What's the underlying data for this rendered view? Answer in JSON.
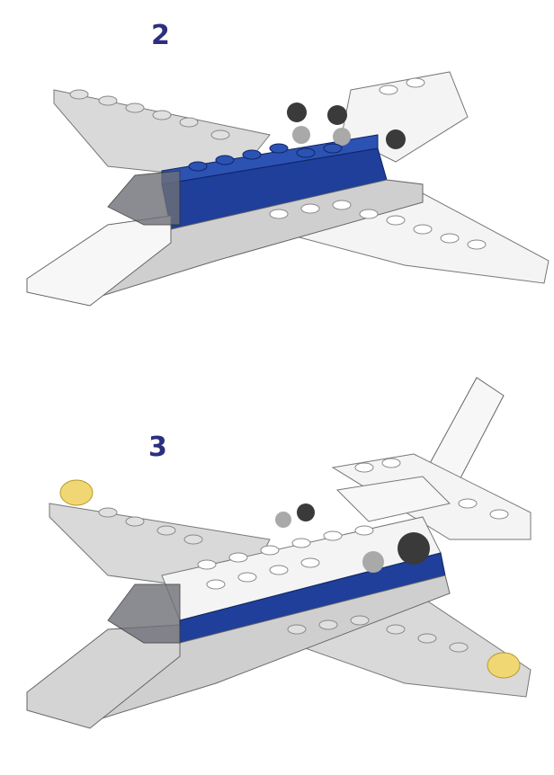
{
  "steps": [
    {
      "number": "2",
      "description": "Airplane with blue fuselage, transparent cockpit, white/gray wings and engine parts"
    },
    {
      "number": "3",
      "description": "Airplane with white top plates, tail fin, transparent yellow wingtip lights"
    }
  ],
  "colors": {
    "step_number": "#2b2f7e",
    "blue_brick": "#1f3f9a",
    "light_gray": "#d4d4d4",
    "white": "#f2f2f2",
    "dark_gray": "#3a3a3a",
    "trans_yellow": "#f1d774",
    "trans_smoke": "#6e7078"
  }
}
